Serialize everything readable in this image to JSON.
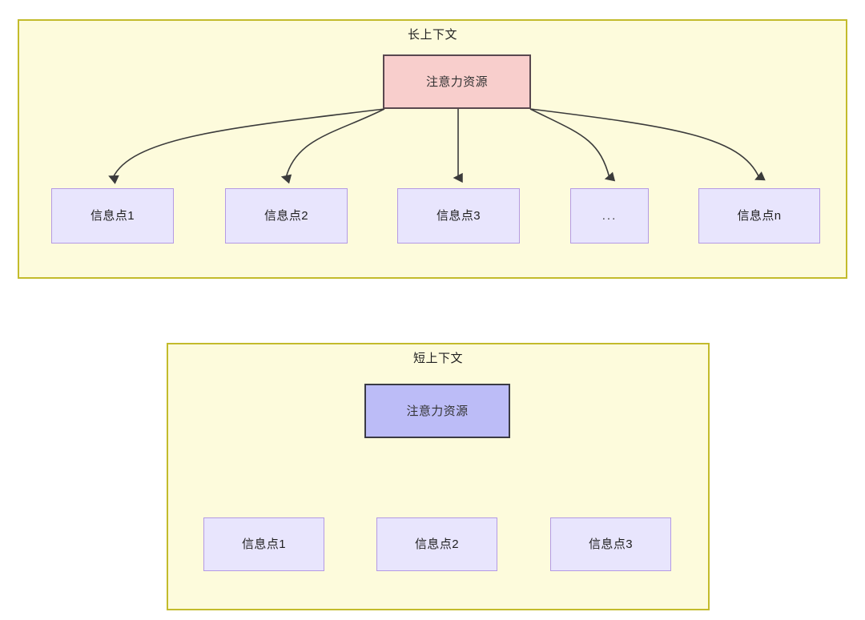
{
  "diagram": {
    "title_long": "长上下文",
    "title_short": "短上下文",
    "colors": {
      "panel_fill": "#fdfbdc",
      "panel_border": "#c3bb2c",
      "attention_long_fill": "#f8cecc",
      "attention_long_border": "#59484f",
      "attention_short_fill": "#bcbcf7",
      "attention_short_border": "#3a3a44",
      "info_fill": "#e8e5fd",
      "info_border": "#b49ae4",
      "edge_stroke": "#3b3b3b",
      "text": "#1f1f1f"
    }
  },
  "long_context": {
    "panel_label": "长上下文",
    "attention_node": "注意力资源",
    "info_nodes": [
      {
        "label": "信息点1"
      },
      {
        "label": "信息点2"
      },
      {
        "label": "信息点3"
      },
      {
        "label": "..."
      },
      {
        "label": "信息点n"
      }
    ]
  },
  "short_context": {
    "panel_label": "短上下文",
    "attention_node": "注意力资源",
    "info_nodes": [
      {
        "label": "信息点1"
      },
      {
        "label": "信息点2"
      },
      {
        "label": "信息点3"
      }
    ]
  }
}
